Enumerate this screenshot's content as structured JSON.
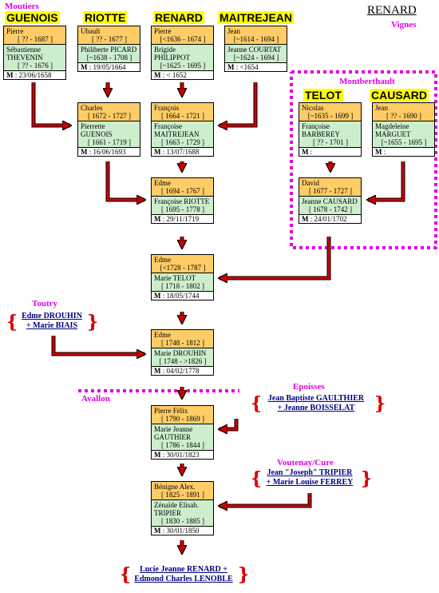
{
  "title": "RENARD",
  "regions": {
    "moutiers": "Moutiers",
    "vignes": "Vignes",
    "montberthault": "Montberthault",
    "toutry": "Toutry",
    "epoisses": "Epoisses",
    "avallon": "Avallon",
    "voutenay": "Voutenay/Cure"
  },
  "families": {
    "guenois": "GUENOIS",
    "riotte": "RIOTTE",
    "renard": "RENARD",
    "maitrejean": "MAITREJEAN",
    "telot": "TELOT",
    "causard": "CAUSARD"
  },
  "marriages": {
    "c1": {
      "m_name": "Pierre",
      "m_dates": "[ ?? - 1687 ]",
      "f_name": "Sébastienne THEVENIN",
      "f_dates": "[ ?? - 1676 ]",
      "m_label": "M",
      "date": ": 23/06/1658"
    },
    "c2": {
      "m_name": "Ubault",
      "m_dates": "[ ?? - 1677 ]",
      "f_name": "Philiberte PICARD",
      "f_dates": "[~1638 - 1708 ]",
      "m_label": "M",
      "date": ": 19/05/1664"
    },
    "c3": {
      "m_name": "Pierre",
      "m_dates": "[<1636 - 1674 ]",
      "f_name": "Brigide PHILIPPOT",
      "f_dates": "[~1625 - 1695 ]",
      "m_label": "M",
      "date": ": < 1652"
    },
    "c4": {
      "m_name": "Jean",
      "m_dates": "[~1614 - 1694 ]",
      "f_name": "Jeanne COURTAT",
      "f_dates": "[~1624 - 1694 ]",
      "m_label": "M",
      "date": ": <1654"
    },
    "c5": {
      "m_name": "Charles",
      "m_dates": "[ 1672 - 1727 ]",
      "f_name": "Pierrette GUENOIS",
      "f_dates": "[ 1661 - 1719 ]",
      "m_label": "M",
      "date": ": 16/06/1693"
    },
    "c6": {
      "m_name": "François",
      "m_dates": "[ 1664 - 1721 ]",
      "f_name": "Françoise MAITREJEAN",
      "f_dates": "[ 1663 - 1729 ]",
      "m_label": "M",
      "date": ": 13/07/1688"
    },
    "c7": {
      "m_name": "Nicolas",
      "m_dates": "[~1635 - 1699 ]",
      "f_name": "Françoise BARBEREY",
      "f_dates": "[ ?? - 1701 ]",
      "m_label": "M",
      "date": ":"
    },
    "c8": {
      "m_name": "Jean",
      "m_dates": "[ ?? - 1690 ]",
      "f_name": "Magdeleine MARGUET",
      "f_dates": "[~1655 - 1695 ]",
      "m_label": "M",
      "date": ":"
    },
    "c9": {
      "m_name": "Edme",
      "m_dates": "[ 1694 - 1767 ]",
      "f_name": "Françoise RIOTTE",
      "f_dates": "[ 1695 - 1778 ]",
      "m_label": "M",
      "date": ": 29/11/1719"
    },
    "c10": {
      "m_name": "David",
      "m_dates": "[ 1677 - 1727 ]",
      "f_name": "Jeanne CAUSARD",
      "f_dates": "[ 1678 - 1742 ]",
      "m_label": "M",
      "date": ": 24/01/1702"
    },
    "c11": {
      "m_name": "Edme",
      "m_dates": "[<1728 - 1787 ]",
      "f_name": "Marie TELOT",
      "f_dates": "[ 1718 - 1802 ]",
      "m_label": "M",
      "date": ": 18/05/1744"
    },
    "c12": {
      "m_name": "Edme",
      "m_dates": "[ 1748 - 1812 ]",
      "f_name": "Marie DROUHIN",
      "f_dates": "[ 1748 - >1826 ]",
      "m_label": "M",
      "date": ": 04/02/1778"
    },
    "c13": {
      "m_name": "Pierre Félix",
      "m_dates": "[ 1790 - 1869 ]",
      "f_name": "Marie Jeanne GAUTHIER",
      "f_dates": "[ 1786 - 1844 ]",
      "m_label": "M",
      "date": ": 30/01/1823"
    },
    "c14": {
      "m_name": "Bénigne Alex.",
      "m_dates": "[ 1825 - 1891 ]",
      "f_name": "Zénaïde Elisab. TRIPIER",
      "f_dates": "[ 1830 - 1885 ]",
      "m_label": "M",
      "date": ": 30/01/1850"
    }
  },
  "external": {
    "drouhin": {
      "line1": "Edme DROUHIN",
      "line2": "+ Marie BIAIS"
    },
    "gauthier": {
      "line1": "Jean Baptiste GAULTHIER",
      "line2": "+ Jeanne BOISSELAT"
    },
    "tripier": {
      "line1": "Jean \"Joseph\" TRIPIER",
      "line2": "+ Marie Louise FERREY"
    },
    "descendants": {
      "line1": "Lucie Jeanne RENARD +",
      "line2": "Edmond Charles LENOBLE"
    }
  },
  "colors": {
    "husband": "#ffcc66",
    "wife": "#cceecc",
    "arrow": "#cc0000",
    "region": "#e000e0",
    "family_label": "#ffff00",
    "link": "#000080"
  }
}
